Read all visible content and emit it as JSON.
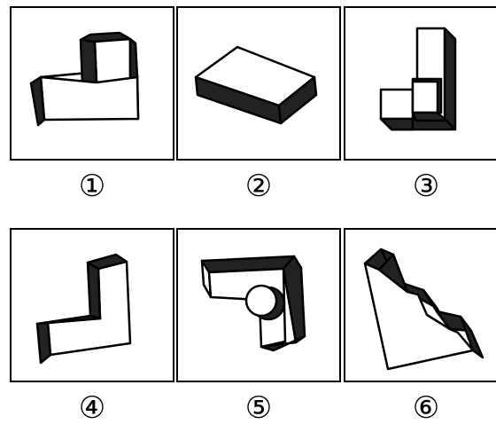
{
  "figures": [
    {
      "label": "①"
    },
    {
      "label": "②"
    },
    {
      "label": "③"
    },
    {
      "label": "④"
    },
    {
      "label": "⑤"
    },
    {
      "label": "⑥"
    }
  ]
}
